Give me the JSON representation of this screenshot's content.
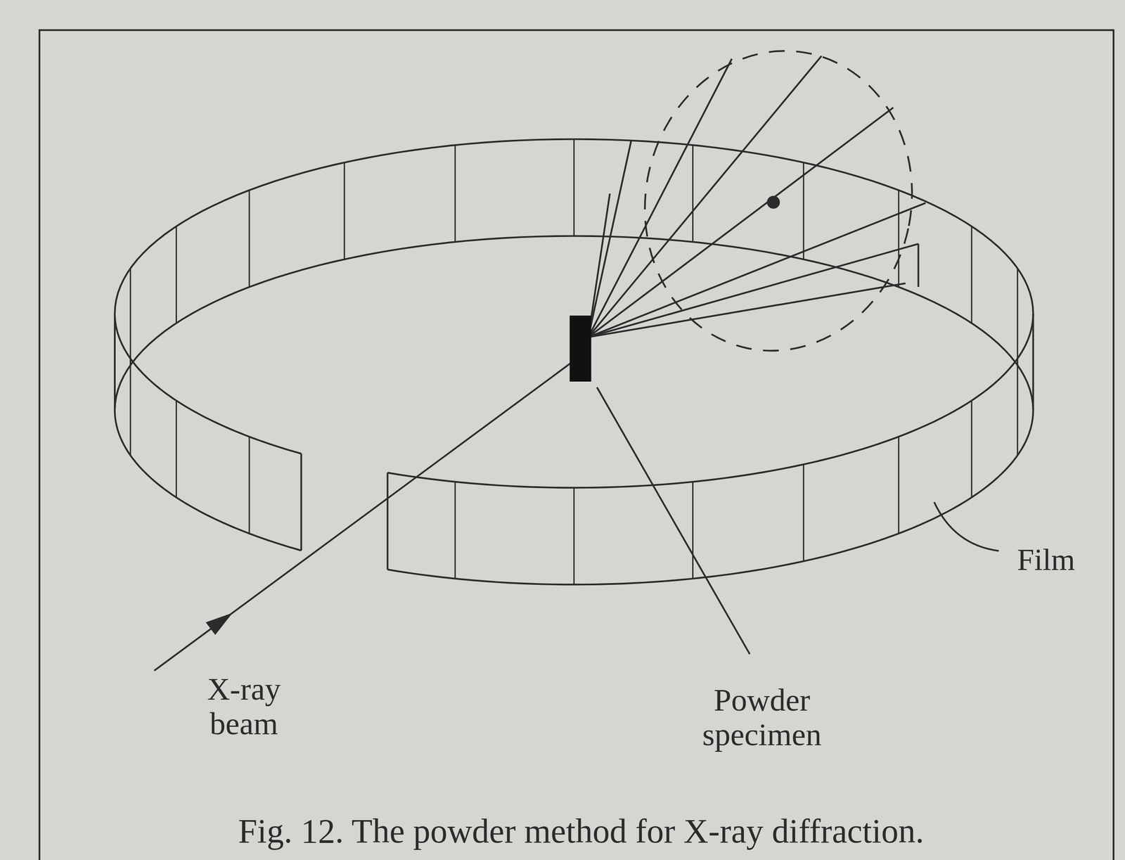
{
  "diagram": {
    "caption": "Fig. 12. The powder method for X-ray diffraction.",
    "labels": [
      "X-ray beam",
      "Powder specimen",
      "Film"
    ]
  }
}
